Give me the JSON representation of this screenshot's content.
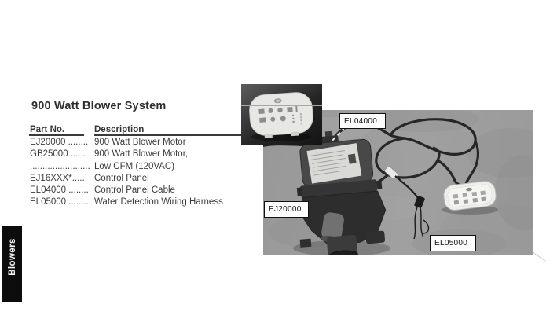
{
  "page": {
    "title": "900 Watt Blower System",
    "side_tab_label": "Blowers"
  },
  "parts_table": {
    "col_part": "Part No.",
    "col_desc": "Description",
    "rows": [
      {
        "part": "EJ20000 ........",
        "desc": "900 Watt Blower Motor"
      },
      {
        "part": "GB25000 ......",
        "desc": "900 Watt Blower Motor,"
      },
      {
        "part": "........................",
        "desc": "Low CFM (120VAC)"
      },
      {
        "part": "EJ16XXX*.....",
        "desc": "Control Panel"
      },
      {
        "part": "EL04000 ........",
        "desc": "Control Panel Cable"
      },
      {
        "part": "EL05000 ........",
        "desc": "Water Detection Wiring Harness"
      }
    ]
  },
  "photo": {
    "labels": {
      "control_panel_cable": "EL04000",
      "blower_motor": "EJ20000",
      "wiring_harness": "EL05000"
    }
  },
  "colors": {
    "tab_bg": "#0d0d0d",
    "tab_text": "#f5f5f5",
    "body_text": "#3b3b3b",
    "highlight_line": "#5ec9b6",
    "photo_bg": "#9c9c9c",
    "label_border": "#101010"
  }
}
